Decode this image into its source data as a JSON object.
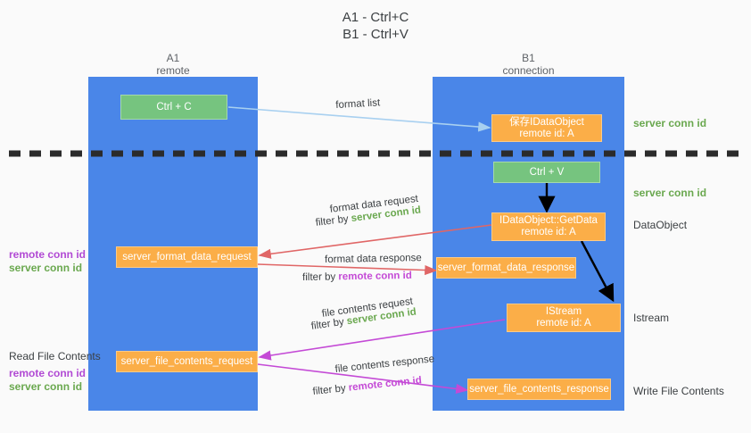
{
  "title": {
    "line1": "A1 - Ctrl+C",
    "line2": "B1 - Ctrl+V"
  },
  "columns": [
    {
      "name": "A1",
      "sub": "remote"
    },
    {
      "name": "B1",
      "sub": "connection"
    }
  ],
  "boxes": {
    "ctrl_c": {
      "line1": "Ctrl + C",
      "color": "#76c47f"
    },
    "ctrl_v": {
      "line1": "Ctrl + V",
      "color": "#76c47f"
    },
    "save_idataobject": {
      "line1": "保存IDataObject",
      "line2": "remote id: A",
      "color": "#fbae48"
    },
    "getdata": {
      "line1": "IDataObject::GetData",
      "line2": "remote id: A",
      "color": "#fbae48"
    },
    "istream": {
      "line1": "IStream",
      "line2": "remote id: A",
      "color": "#fbae48"
    },
    "server_format_data_request": {
      "line1": "server_format_data_request",
      "color": "#fbae48"
    },
    "server_format_data_response": {
      "line1": "server_format_data_response",
      "color": "#fbae48"
    },
    "server_file_contents_request": {
      "line1": "server_file_contents_request",
      "color": "#fbae48"
    },
    "server_file_contents_response": {
      "line1": "server_file_contents_response",
      "color": "#fbae48"
    }
  },
  "right_labels": {
    "server_conn_id_top": "server conn id",
    "server_conn_id_mid": "server conn id",
    "dataobject": "DataObject",
    "istream": "Istream",
    "write_file_contents": "Write File Contents"
  },
  "left_labels": {
    "format_remote": "remote conn id",
    "format_server": "server conn id",
    "read_file_contents": "Read File Contents",
    "file_remote": "remote conn id",
    "file_server": "server conn id"
  },
  "edges": {
    "format_list": "format list",
    "format_data_request": "format data request",
    "format_data_request_filter_pre": "filter by ",
    "format_data_request_filter_key": "server conn id",
    "format_data_response": "format data response",
    "format_data_response_filter_pre": "filter by ",
    "format_data_response_filter_key": "remote conn id",
    "file_contents_request": "file contents request",
    "file_contents_request_filter_pre": "filter by ",
    "file_contents_request_filter_key": "server conn id",
    "file_contents_response": "file contents response",
    "file_contents_response_filter_pre": "filter by ",
    "file_contents_response_filter_key": "remote conn id"
  },
  "colors": {
    "panel": "#4a86e8",
    "green_box": "#76c47f",
    "orange_box": "#fbae48",
    "green_text": "#6aa84f",
    "pink_text": "#c44ad6",
    "purple_text": "#b14ad4",
    "light_blue_arrow": "#a8d0f0",
    "red_arrow": "#e06666",
    "magenta_arrow": "#c44ad6",
    "black_arrow": "#000000",
    "background": "#fafafa"
  }
}
